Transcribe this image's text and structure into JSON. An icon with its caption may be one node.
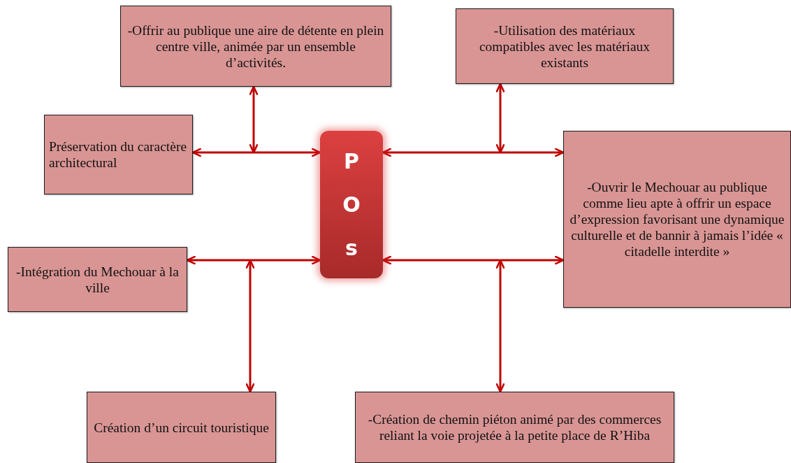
{
  "diagram": {
    "nodes": [
      {
        "text": [
          "-Offrir au publique une aire de détente en plein centre ville, animée par un ensemble d’activités."
        ]
      },
      {
        "text": [
          "-Utilisation des matériaux compatibles avec les matériaux existants"
        ]
      },
      {
        "text": [
          "Préservation du caractère architectural"
        ]
      },
      {
        "text": [
          "P O s"
        ]
      },
      {
        "text": [
          "-Ouvrir le Mechouar au publique comme lieu apte à offrir un espace d’expression favorisant une dynamique culturelle et de bannir à jamais l’idée « citadelle interdite »"
        ]
      },
      {
        "text": [
          "-Intégration du Mechouar à la ville"
        ]
      },
      {
        "text": [
          "Création d’un circuit touristique"
        ]
      },
      {
        "text": [
          "-Création de chemin piéton animé par des commerces reliant la voie projetée à la petite place de R’Hiba"
        ]
      }
    ],
    "edges": [
      {
        "from": 2,
        "to": 3,
        "arrow": "both"
      },
      {
        "from": 0,
        "to": null,
        "arrow": "both"
      },
      {
        "from": 3,
        "to": 4,
        "arrow": "both"
      },
      {
        "from": 1,
        "to": null,
        "arrow": "both"
      },
      {
        "from": 5,
        "to": 3,
        "arrow": "both"
      },
      {
        "from": null,
        "to": 6,
        "arrow": "both"
      },
      {
        "from": 3,
        "to": 4,
        "arrow": "both"
      },
      {
        "from": null,
        "to": 7,
        "arrow": "both"
      }
    ]
  }
}
